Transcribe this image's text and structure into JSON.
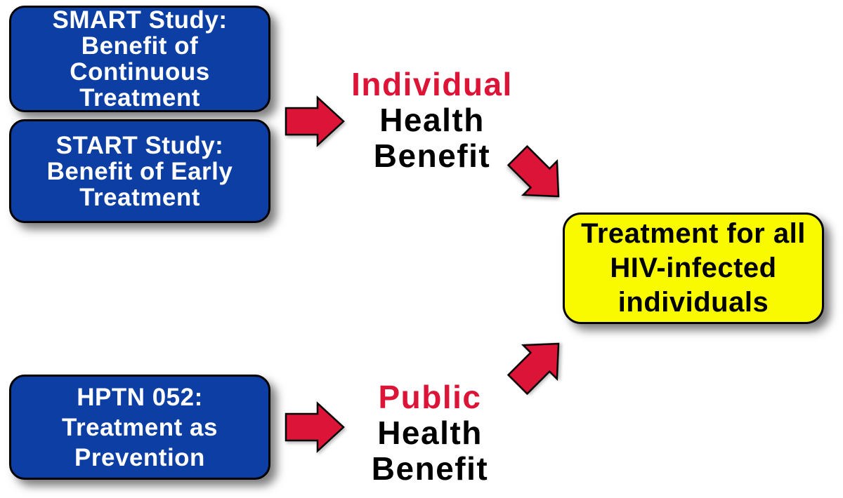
{
  "diagram": {
    "colors": {
      "background": "#ffffff",
      "box_blue": "#0c3ea4",
      "box_yellow": "#f9f900",
      "arrow_red": "#dc1438",
      "emphasis_red": "#dc1438",
      "text_white": "#ffffff",
      "text_black": "#000000",
      "outline_black": "#000000"
    },
    "boxes": {
      "smart": {
        "text": "SMART Study:\nBenefit of\nContinuous\nTreatment"
      },
      "start": {
        "text": "START Study:\nBenefit of Early\nTreatment"
      },
      "hptn": {
        "text": "HPTN 052:\nTreatment as\nPrevention"
      },
      "outcome": {
        "text": "Treatment for all\nHIV-infected\nindividuals"
      }
    },
    "labels": {
      "individual": {
        "line1": "Individual",
        "line2": "Health",
        "line3": "Benefit"
      },
      "public": {
        "line1": "Public",
        "line2": "Health",
        "line3": "Benefit"
      }
    },
    "arrows": {
      "studies_to_individual": "right",
      "individual_to_outcome": "down-right",
      "hptn_to_public": "right",
      "public_to_outcome": "up-right"
    }
  }
}
